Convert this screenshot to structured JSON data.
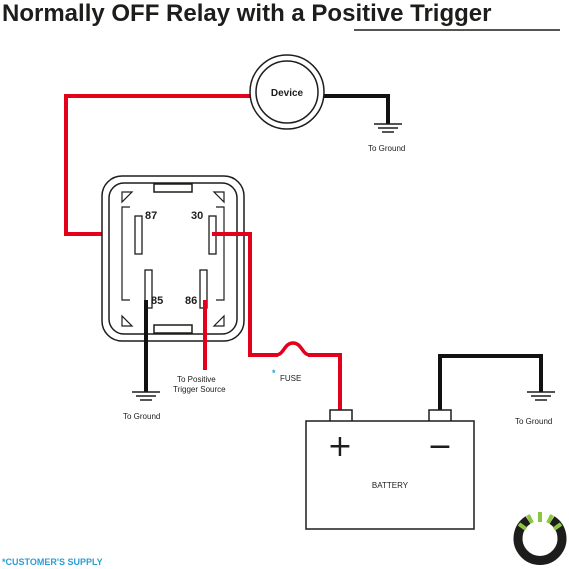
{
  "title": {
    "prefix": "Normally OFF Relay with a ",
    "emphasis": "Positive Trigger"
  },
  "device": {
    "label": "Device"
  },
  "relay": {
    "pins": {
      "p87": "87",
      "p30": "30",
      "p85": "85",
      "p86": "86"
    }
  },
  "labels": {
    "device_ground": "To Ground",
    "relay_ground": "To Ground",
    "trigger_line1": "To Positive",
    "trigger_line2": "Trigger Source",
    "fuse_marker": "*",
    "fuse": "FUSE",
    "battery_ground": "To Ground"
  },
  "battery": {
    "label": "BATTERY",
    "plus": "+",
    "minus": "−"
  },
  "footnote": "*CUSTOMER'S SUPPLY",
  "colors": {
    "positive_wire": "#e3001b",
    "ground_wire": "#111111",
    "outline": "#1d1d1b",
    "footnote": "#2a9fd6",
    "logo_green": "#8cc63f",
    "logo_dark": "#1d1d1b"
  }
}
